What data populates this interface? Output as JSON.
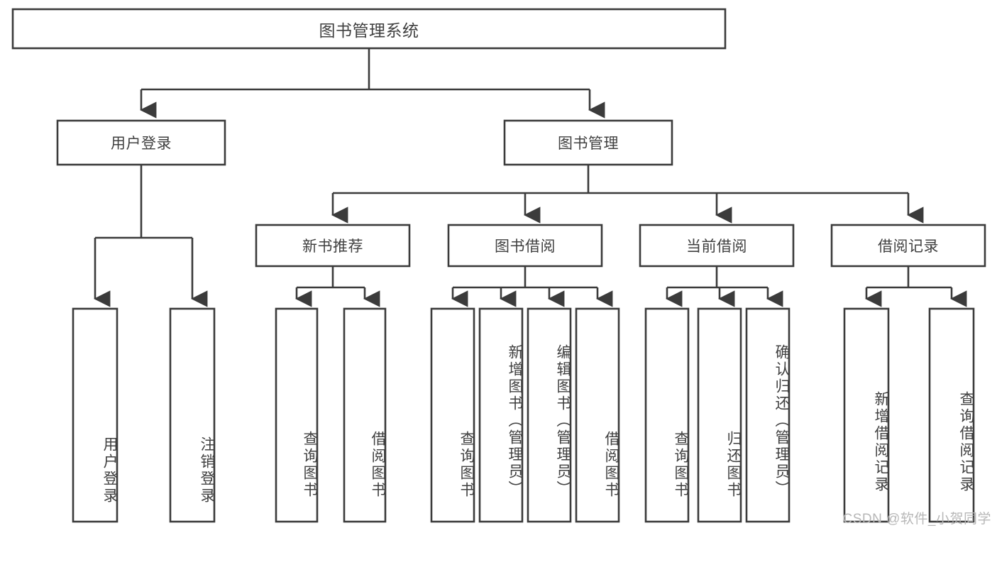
{
  "diagram": {
    "title": "图书管理系统",
    "type": "tree",
    "orientation": "top-down",
    "colors": {
      "stroke": "#3b3b3b",
      "box_fill": "#ffffff",
      "text": "#404040",
      "background": "#ffffff",
      "watermark": "#b7b7b7"
    },
    "root": {
      "label": "图书管理系统",
      "orientation": "horizontal"
    },
    "level2": [
      {
        "label": "用户登录",
        "orientation": "horizontal"
      },
      {
        "label": "图书管理",
        "orientation": "horizontal"
      }
    ],
    "level3": [
      {
        "label": "新书推荐",
        "orientation": "horizontal"
      },
      {
        "label": "图书借阅",
        "orientation": "horizontal"
      },
      {
        "label": "当前借阅",
        "orientation": "horizontal"
      },
      {
        "label": "借阅记录",
        "orientation": "horizontal"
      }
    ],
    "leaves": {
      "user_login": [
        {
          "label": "用户登录",
          "orientation": "vertical"
        },
        {
          "label": "注销登录",
          "orientation": "vertical"
        }
      ],
      "new_book_recommend": [
        {
          "label": "查询图书",
          "orientation": "vertical"
        },
        {
          "label": "借阅图书",
          "orientation": "vertical"
        }
      ],
      "book_borrow": [
        {
          "label": "查询图书",
          "orientation": "vertical"
        },
        {
          "label": "新增图书（管理员）",
          "orientation": "vertical"
        },
        {
          "label": "编辑图书（管理员）",
          "orientation": "vertical"
        },
        {
          "label": "借阅图书",
          "orientation": "vertical"
        }
      ],
      "current_borrow": [
        {
          "label": "查询图书",
          "orientation": "vertical"
        },
        {
          "label": "归还图书",
          "orientation": "vertical"
        },
        {
          "label": "确认归还（管理员）",
          "orientation": "vertical"
        }
      ],
      "borrow_record": [
        {
          "label": "新增借阅记录",
          "orientation": "vertical"
        },
        {
          "label": "查询借阅记录",
          "orientation": "vertical"
        }
      ]
    },
    "watermark": "CSDN @软件_小贺同学"
  }
}
